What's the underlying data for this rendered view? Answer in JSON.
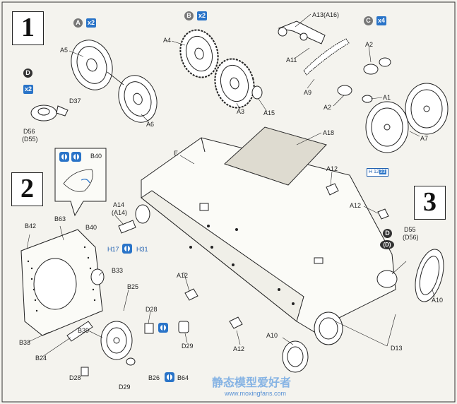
{
  "steps": {
    "s1": "1",
    "s2": "2",
    "s3": "3"
  },
  "groups": {
    "A": "A",
    "B": "B",
    "C": "C",
    "D": "D",
    "Dp": "(D)"
  },
  "quantities": {
    "q2a": "x2",
    "q2b": "x2",
    "q4": "x4",
    "q2d": "x2"
  },
  "labels": {
    "A5": "A5",
    "A6": "A6",
    "A4": "A4",
    "A3": "A3",
    "A15": "A15",
    "A13": "A13(A16)",
    "A11": "A11",
    "A9": "A9",
    "A2a": "A2",
    "A2b": "A2",
    "A1": "A1",
    "A7": "A7",
    "D37": "D37",
    "D56": "D56",
    "D55": "(D55)",
    "E": "E",
    "A18": "A18",
    "A12a": "A12",
    "A12b": "A12",
    "A12c": "A12",
    "A12d": "A12",
    "B40a": "B40",
    "B40b": "B40",
    "A14": "A14",
    "A14p": "(A14)",
    "B42": "B42",
    "B63": "B63",
    "H17": "H17",
    "H31": "H31",
    "B33a": "B33",
    "B33b": "B33",
    "B25": "B25",
    "D28a": "D28",
    "D28b": "D28",
    "B39": "B39",
    "B24": "B24",
    "D29a": "D29",
    "D29b": "D29",
    "B26": "B26",
    "B64": "B64",
    "D55b": "D55",
    "D56b": "(D56)",
    "A10a": "A10",
    "A10b": "A10",
    "D13": "D13"
  },
  "refbox": {
    "pre": "H",
    "a": "12",
    "b": "33"
  },
  "watermark": {
    "cn": "静态模型爱好者",
    "url": "www.moxingfans.com"
  },
  "icon_names": [
    "cement-icon",
    "paint-icon",
    "drill-icon",
    "assembly-icon"
  ]
}
